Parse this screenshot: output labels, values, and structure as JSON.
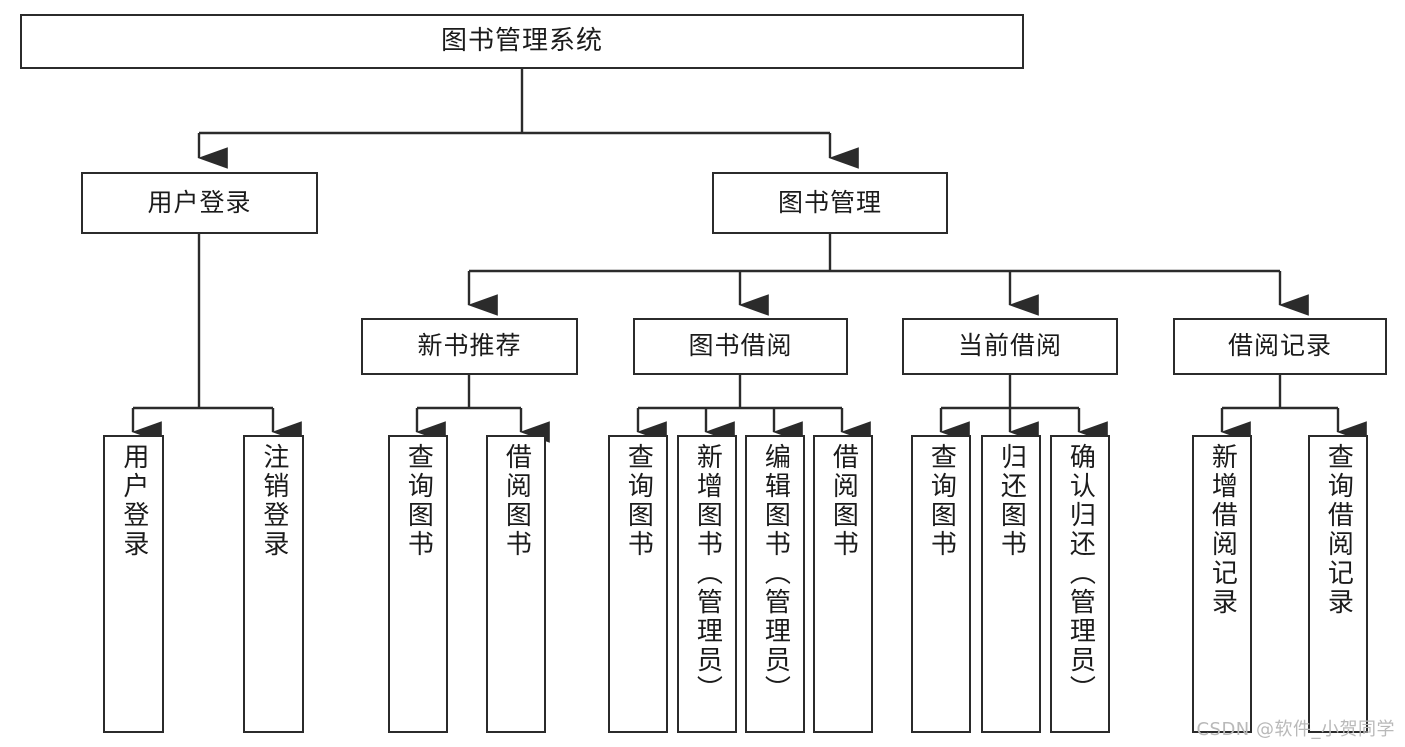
{
  "diagram": {
    "type": "tree",
    "title": "图书管理系统",
    "watermark": "CSDN @软件_小贺同学",
    "colors": {
      "box_border": "#2b2b2b",
      "box_fill": "#ffffff",
      "edge": "#2b2b2b",
      "text": "#1b1b1b",
      "watermark": "#b9b9b9"
    },
    "nodes": {
      "root": {
        "label": "图书管理系统",
        "orientation": "horizontal"
      },
      "level2": [
        {
          "label": "用户登录",
          "orientation": "horizontal"
        },
        {
          "label": "图书管理",
          "orientation": "horizontal"
        }
      ],
      "level3": [
        {
          "label": "新书推荐",
          "orientation": "horizontal"
        },
        {
          "label": "图书借阅",
          "orientation": "horizontal"
        },
        {
          "label": "当前借阅",
          "orientation": "horizontal"
        },
        {
          "label": "借阅记录",
          "orientation": "horizontal"
        }
      ],
      "leaves": [
        {
          "label": "用户登录",
          "parent": "用户登录",
          "orientation": "vertical"
        },
        {
          "label": "注销登录",
          "parent": "用户登录",
          "orientation": "vertical"
        },
        {
          "label": "查询图书",
          "parent": "新书推荐",
          "orientation": "vertical"
        },
        {
          "label": "借阅图书",
          "parent": "新书推荐",
          "orientation": "vertical"
        },
        {
          "label": "查询图书",
          "parent": "图书借阅",
          "orientation": "vertical"
        },
        {
          "label": "新增图书（管理员）",
          "parent": "图书借阅",
          "orientation": "vertical"
        },
        {
          "label": "编辑图书（管理员）",
          "parent": "图书借阅",
          "orientation": "vertical"
        },
        {
          "label": "借阅图书",
          "parent": "图书借阅",
          "orientation": "vertical"
        },
        {
          "label": "查询图书",
          "parent": "当前借阅",
          "orientation": "vertical"
        },
        {
          "label": "归还图书",
          "parent": "当前借阅",
          "orientation": "vertical"
        },
        {
          "label": "确认归还（管理员）",
          "parent": "当前借阅",
          "orientation": "vertical"
        },
        {
          "label": "新增借阅记录",
          "parent": "借阅记录",
          "orientation": "vertical"
        },
        {
          "label": "查询借阅记录",
          "parent": "借阅记录",
          "orientation": "vertical"
        }
      ]
    }
  }
}
